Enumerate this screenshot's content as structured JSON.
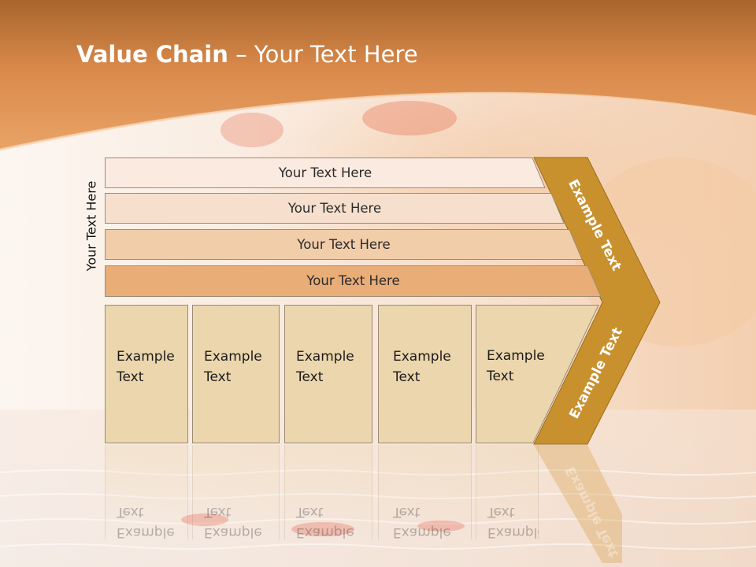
{
  "title": {
    "bold": "Value Chain",
    "rest": " – Your Text Here"
  },
  "side_label": "Your Text Here",
  "bars": [
    {
      "label": "Your Text Here"
    },
    {
      "label": "Your Text Here"
    },
    {
      "label": "Your Text Here"
    },
    {
      "label": "Your Text Here"
    }
  ],
  "columns": [
    {
      "line1": "Example",
      "line2": "Text"
    },
    {
      "line1": "Example",
      "line2": "Text"
    },
    {
      "line1": "Example",
      "line2": "Text"
    },
    {
      "line1": "Example",
      "line2": "Text"
    },
    {
      "line1": "Example",
      "line2": "Text"
    }
  ],
  "chevron": {
    "upper": "Example Text",
    "lower": "Example Text"
  },
  "colors": {
    "header": "#de8d4a",
    "chevron": "#c9912e",
    "column_fill": "#ecd6ad"
  }
}
